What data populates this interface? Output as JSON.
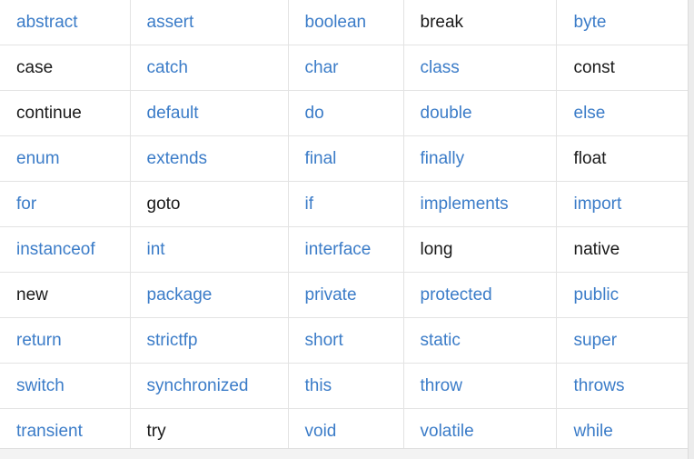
{
  "table": {
    "rows": [
      [
        {
          "text": "abstract",
          "link": true
        },
        {
          "text": "assert",
          "link": true
        },
        {
          "text": "boolean",
          "link": true
        },
        {
          "text": "break",
          "link": false
        },
        {
          "text": "byte",
          "link": true
        }
      ],
      [
        {
          "text": "case",
          "link": false
        },
        {
          "text": "catch",
          "link": true
        },
        {
          "text": "char",
          "link": true
        },
        {
          "text": "class",
          "link": true
        },
        {
          "text": "const",
          "link": false
        }
      ],
      [
        {
          "text": "continue",
          "link": false
        },
        {
          "text": "default",
          "link": true
        },
        {
          "text": "do",
          "link": true
        },
        {
          "text": "double",
          "link": true
        },
        {
          "text": "else",
          "link": true
        }
      ],
      [
        {
          "text": "enum",
          "link": true
        },
        {
          "text": "extends",
          "link": true
        },
        {
          "text": "final",
          "link": true
        },
        {
          "text": "finally",
          "link": true
        },
        {
          "text": "float",
          "link": false
        }
      ],
      [
        {
          "text": "for",
          "link": true
        },
        {
          "text": "goto",
          "link": false
        },
        {
          "text": "if",
          "link": true
        },
        {
          "text": "implements",
          "link": true
        },
        {
          "text": "import",
          "link": true
        }
      ],
      [
        {
          "text": "instanceof",
          "link": true
        },
        {
          "text": "int",
          "link": true
        },
        {
          "text": "interface",
          "link": true
        },
        {
          "text": "long",
          "link": false
        },
        {
          "text": "native",
          "link": false
        }
      ],
      [
        {
          "text": "new",
          "link": false
        },
        {
          "text": "package",
          "link": true
        },
        {
          "text": "private",
          "link": true
        },
        {
          "text": "protected",
          "link": true
        },
        {
          "text": "public",
          "link": true
        }
      ],
      [
        {
          "text": "return",
          "link": true
        },
        {
          "text": "strictfp",
          "link": true
        },
        {
          "text": "short",
          "link": true
        },
        {
          "text": "static",
          "link": true
        },
        {
          "text": "super",
          "link": true
        }
      ],
      [
        {
          "text": "switch",
          "link": true
        },
        {
          "text": "synchronized",
          "link": true
        },
        {
          "text": "this",
          "link": true
        },
        {
          "text": "throw",
          "link": true
        },
        {
          "text": "throws",
          "link": true
        }
      ],
      [
        {
          "text": "transient",
          "link": true
        },
        {
          "text": "try",
          "link": false
        },
        {
          "text": "void",
          "link": true
        },
        {
          "text": "volatile",
          "link": true
        },
        {
          "text": "while",
          "link": true
        }
      ]
    ]
  },
  "colors": {
    "link": "#3b7cc8",
    "plain": "#1a1a1a",
    "border": "#e3e3e3",
    "background": "#ffffff"
  }
}
